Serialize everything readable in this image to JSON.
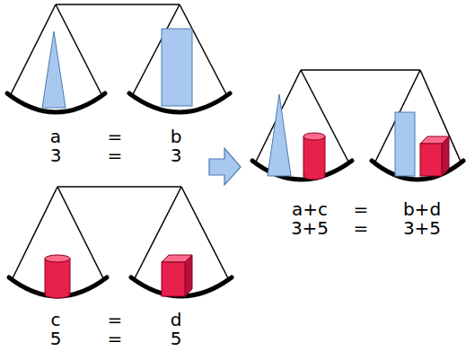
{
  "diagram": {
    "labels": [
      "a",
      "=",
      "b",
      "3",
      "=",
      "3",
      "c",
      "=",
      "d",
      "5",
      "=",
      "5",
      "a+c",
      "=",
      "b+d",
      "3+5",
      "=",
      "3+5"
    ]
  }
}
